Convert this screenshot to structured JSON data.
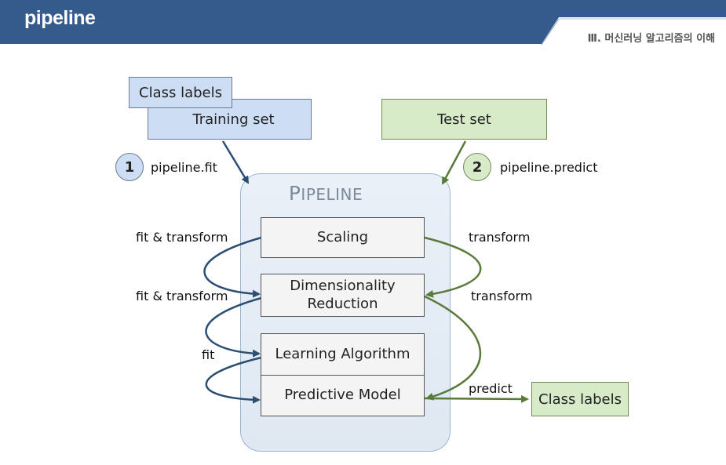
{
  "header": {
    "title": "pipeline",
    "subtitle": "Ⅲ. 머신러닝 알고리즘의 이해",
    "bar_color": "#345b8c"
  },
  "training": {
    "class_labels": "Class labels",
    "training_set": "Training set",
    "step_number": "1",
    "method": "pipeline.fit"
  },
  "testing": {
    "test_set": "Test set",
    "step_number": "2",
    "method": "pipeline.predict",
    "output": "Class labels"
  },
  "pipeline": {
    "title_first": "P",
    "title_rest": "IPELINE",
    "steps": [
      "Scaling",
      "Dimensionality Reduction",
      "Learning Algorithm",
      "Predictive Model"
    ]
  },
  "edges": {
    "fit_transform_1": "fit & transform",
    "fit_transform_2": "fit & transform",
    "fit": "fit",
    "transform_1": "transform",
    "transform_2": "transform",
    "predict": "predict"
  },
  "colors": {
    "fit_arrow": "#2d4e73",
    "predict_arrow": "#5a7a3a"
  }
}
